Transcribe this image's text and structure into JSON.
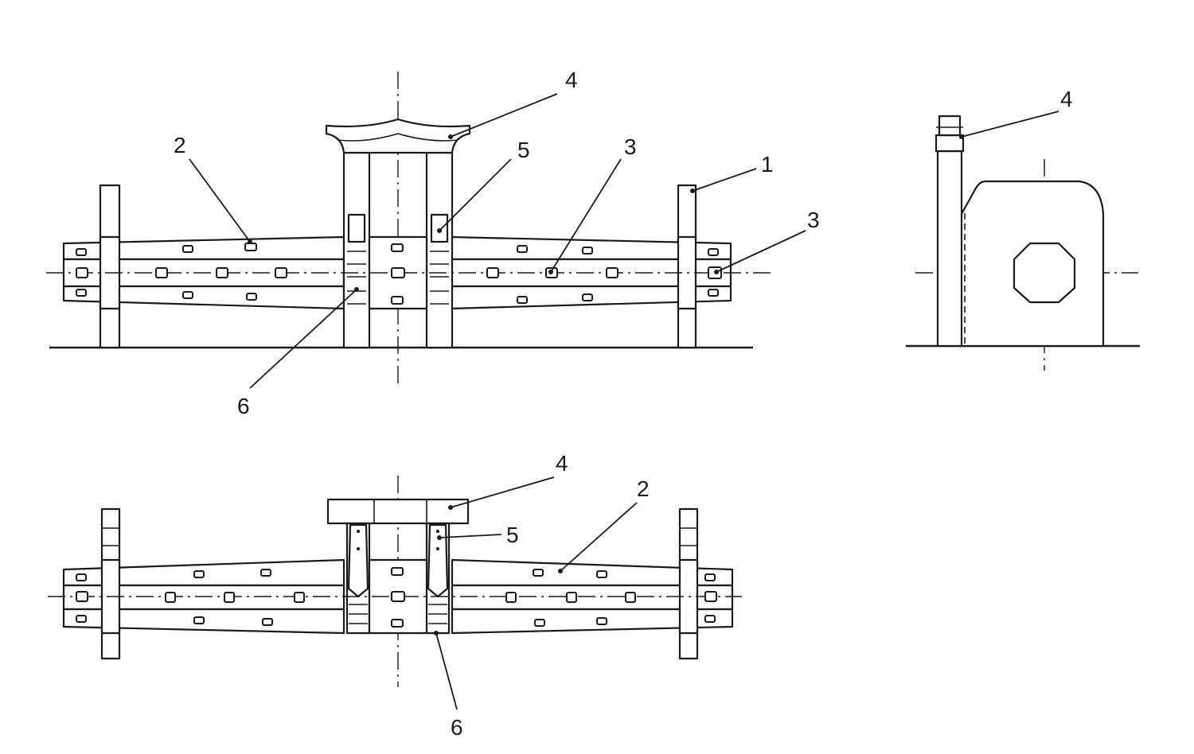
{
  "figure": {
    "callouts": {
      "front": [
        "4",
        "2",
        "5",
        "3",
        "1",
        "3",
        "6"
      ],
      "side": [
        "4"
      ],
      "plan": [
        "4",
        "2",
        "5",
        "6"
      ]
    }
  },
  "colors": {
    "ink": "#1a1a1a",
    "paper": "#ffffff"
  }
}
